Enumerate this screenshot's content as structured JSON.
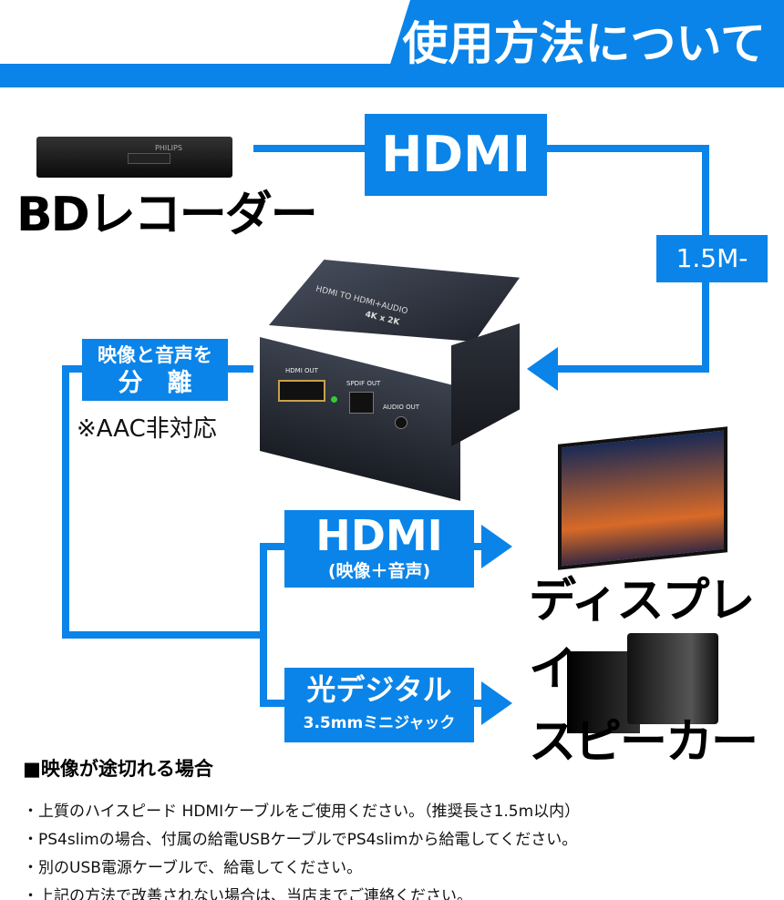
{
  "header": {
    "title": "使用方法について"
  },
  "source": {
    "label": "BDレコーダー",
    "device_brand": "PHILIPS"
  },
  "cable": {
    "label": "HDMI",
    "length": "1.5M-"
  },
  "splitter": {
    "top_text": "HDMI TO HDMI+AUDIO",
    "resolution": "4K x 2K",
    "port_hdmi": "HDMI OUT",
    "port_spdif": "SPDIF OUT",
    "port_audio": "AUDIO OUT"
  },
  "separation": {
    "line1": "映像と音声を",
    "line2": "分　離",
    "note": "※AAC非対応"
  },
  "outputs": [
    {
      "label": "HDMI",
      "sub": "(映像＋音声)",
      "target": "ディスプレイ"
    },
    {
      "label": "光デジタル",
      "sub": "3.5mmミニジャック",
      "target": "スピーカー"
    }
  ],
  "notes": {
    "heading": "■映像が途切れる場合",
    "items": [
      "・上質のハイスピード HDMIケーブルをご使用ください。（推奨長さ1.5m以内）",
      "・PS4slimの場合、付属の給電USBケーブルでPS4slimから給電してください。",
      "・別のUSB電源ケーブルで、給電してください。",
      "・上記の方法で改善されない場合は、当店までご連絡ください。"
    ]
  },
  "colors": {
    "accent": "#0a84e8"
  }
}
